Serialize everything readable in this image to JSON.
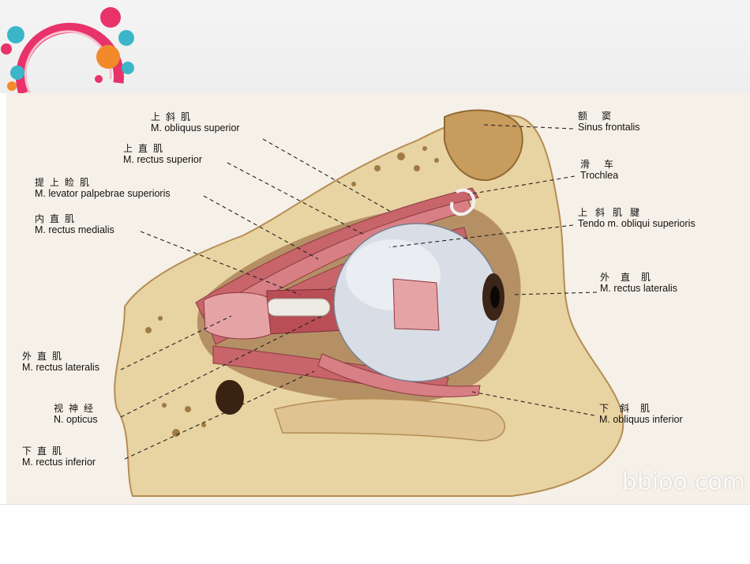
{
  "labels": {
    "obliquus_superior": {
      "zh": "上斜肌",
      "la": "M. obliquus superior"
    },
    "rectus_superior": {
      "zh": "上直肌",
      "la": "M. rectus superior"
    },
    "levator": {
      "zh": "提上睑肌",
      "la": "M. levator palpebrae superioris"
    },
    "rectus_medialis": {
      "zh": "内直肌",
      "la": "M. rectus medialis"
    },
    "rectus_lateralis_left": {
      "zh": "外直肌",
      "la": "M. rectus lateralis"
    },
    "opticus": {
      "zh": "视神经",
      "la": "N. opticus"
    },
    "rectus_inferior": {
      "zh": "下直肌",
      "la": "M. rectus inferior"
    },
    "sinus_frontalis": {
      "zh": "额窦",
      "la": "Sinus frontalis"
    },
    "trochlea": {
      "zh": "滑车",
      "la": "Trochlea"
    },
    "tendo": {
      "zh": "上斜肌腱",
      "la": "Tendo m. obliqui superioris"
    },
    "rectus_lateralis_right": {
      "zh": "外直肌",
      "la": "M. rectus lateralis"
    },
    "obliquus_inferior": {
      "zh": "下斜肌",
      "la": "M. obliquus inferior"
    }
  },
  "watermark": "bbioo.com",
  "colors": {
    "bone": "#e8d3a2",
    "bone_dark": "#b58d55",
    "muscle": "#c7656b",
    "muscle_light": "#e6a3a6",
    "eyeball": "#d9dde6",
    "iris": "#3b2418"
  }
}
